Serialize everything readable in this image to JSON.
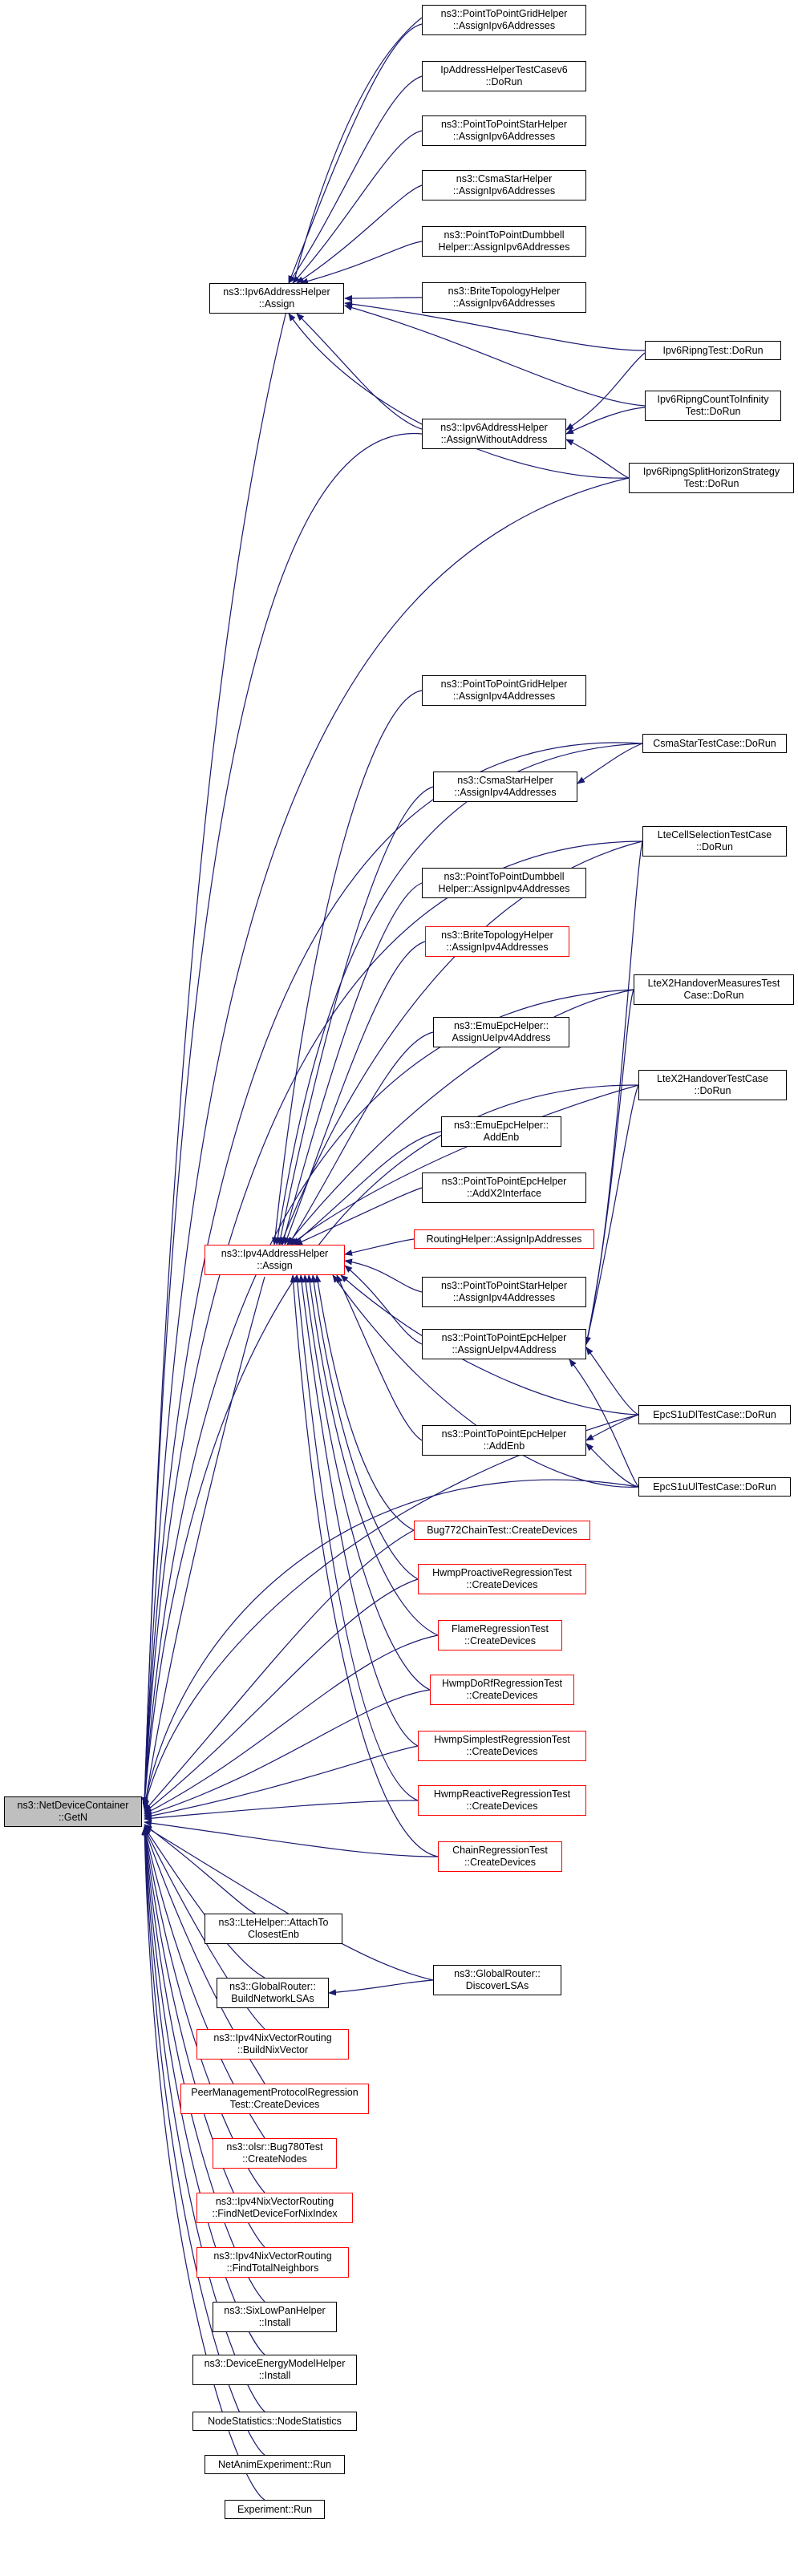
{
  "colors": {
    "edge": "#191970",
    "border": "#000000",
    "border_truncated": "#ff0000",
    "root_fill": "#bfbfbf"
  },
  "root": "n_root",
  "nodes": {
    "n_root": [
      "ns3::NetDeviceContainer",
      "::GetN"
    ],
    "n_v6assign": [
      "ns3::Ipv6AddressHelper",
      "::Assign"
    ],
    "n_p2pgrid6": [
      "ns3::PointToPointGridHelper",
      "::AssignIpv6Addresses"
    ],
    "n_ipah6": [
      "IpAddressHelperTestCasev6",
      "::DoRun"
    ],
    "n_p2pstar6": [
      "ns3::PointToPointStarHelper",
      "::AssignIpv6Addresses"
    ],
    "n_csma6": [
      "ns3::CsmaStarHelper",
      "::AssignIpv6Addresses"
    ],
    "n_dumbbell6": [
      "ns3::PointToPointDumbbell",
      "Helper::AssignIpv6Addresses"
    ],
    "n_brite6": [
      "ns3::BriteTopologyHelper",
      "::AssignIpv6Addresses"
    ],
    "n_ripng": [
      "Ipv6RipngTest::DoRun"
    ],
    "n_ripngcount": [
      "Ipv6RipngCountToInfinity",
      "Test::DoRun"
    ],
    "n_v6awa": [
      "ns3::Ipv6AddressHelper",
      "::AssignWithoutAddress"
    ],
    "n_ripngsplit": [
      "Ipv6RipngSplitHorizonStrategy",
      "Test::DoRun"
    ],
    "n_p2pgrid4": [
      "ns3::PointToPointGridHelper",
      "::AssignIpv4Addresses"
    ],
    "n_csma4": [
      "ns3::CsmaStarHelper",
      "::AssignIpv4Addresses"
    ],
    "n_csmatest": [
      "CsmaStarTestCase::DoRun"
    ],
    "n_ltecell": [
      "LteCellSelectionTestCase",
      "::DoRun"
    ],
    "n_dumbbell4": [
      "ns3::PointToPointDumbbell",
      "Helper::AssignIpv4Addresses"
    ],
    "n_brite4": [
      "ns3::BriteTopologyHelper",
      "::AssignIpv4Addresses"
    ],
    "n_ltex2m": [
      "LteX2HandoverMeasuresTest",
      "Case::DoRun"
    ],
    "n_emuue": [
      "ns3::EmuEpcHelper::",
      "AssignUeIpv4Address"
    ],
    "n_ltex2": [
      "LteX2HandoverTestCase",
      "::DoRun"
    ],
    "n_emuenb": [
      "ns3::EmuEpcHelper::",
      "AddEnb"
    ],
    "n_p2pepcx2": [
      "ns3::PointToPointEpcHelper",
      "::AddX2Interface"
    ],
    "n_routing": [
      "RoutingHelper::AssignIpAddresses"
    ],
    "n_v4assign": [
      "ns3::Ipv4AddressHelper",
      "::Assign"
    ],
    "n_p2pstar4": [
      "ns3::PointToPointStarHelper",
      "::AssignIpv4Addresses"
    ],
    "n_p2pepcue": [
      "ns3::PointToPointEpcHelper",
      "::AssignUeIpv4Address"
    ],
    "n_epcdl": [
      "EpcS1uDlTestCase::DoRun"
    ],
    "n_p2pepcenb": [
      "ns3::PointToPointEpcHelper",
      "::AddEnb"
    ],
    "n_epcul": [
      "EpcS1uUlTestCase::DoRun"
    ],
    "n_bug772": [
      "Bug772ChainTest::CreateDevices"
    ],
    "n_hwmppro": [
      "HwmpProactiveRegressionTest",
      "::CreateDevices"
    ],
    "n_flame": [
      "FlameRegressionTest",
      "::CreateDevices"
    ],
    "n_hwmpdorf": [
      "HwmpDoRfRegressionTest",
      "::CreateDevices"
    ],
    "n_hwmpsimple": [
      "HwmpSimplestRegressionTest",
      "::CreateDevices"
    ],
    "n_hwmpreact": [
      "HwmpReactiveRegressionTest",
      "::CreateDevices"
    ],
    "n_chain": [
      "ChainRegressionTest",
      "::CreateDevices"
    ],
    "n_lteattach": [
      "ns3::LteHelper::AttachTo",
      "ClosestEnb"
    ],
    "n_grbuild": [
      "ns3::GlobalRouter::",
      "BuildNetworkLSAs"
    ],
    "n_grdisc": [
      "ns3::GlobalRouter::",
      "DiscoverLSAs"
    ],
    "n_nixbuild": [
      "ns3::Ipv4NixVectorRouting",
      "::BuildNixVector"
    ],
    "n_peerman": [
      "PeerManagementProtocolRegression",
      "Test::CreateDevices"
    ],
    "n_olsr": [
      "ns3::olsr::Bug780Test",
      "::CreateNodes"
    ],
    "n_nixfind": [
      "ns3::Ipv4NixVectorRouting",
      "::FindNetDeviceForNixIndex"
    ],
    "n_nixneigh": [
      "ns3::Ipv4NixVectorRouting",
      "::FindTotalNeighbors"
    ],
    "n_sixlow": [
      "ns3::SixLowPanHelper",
      "::Install"
    ],
    "n_energy": [
      "ns3::DeviceEnergyModelHelper",
      "::Install"
    ],
    "n_nodestat": [
      "NodeStatistics::NodeStatistics"
    ],
    "n_netanim": [
      "NetAnimExperiment::Run"
    ],
    "n_exprun": [
      "Experiment::Run"
    ]
  }
}
